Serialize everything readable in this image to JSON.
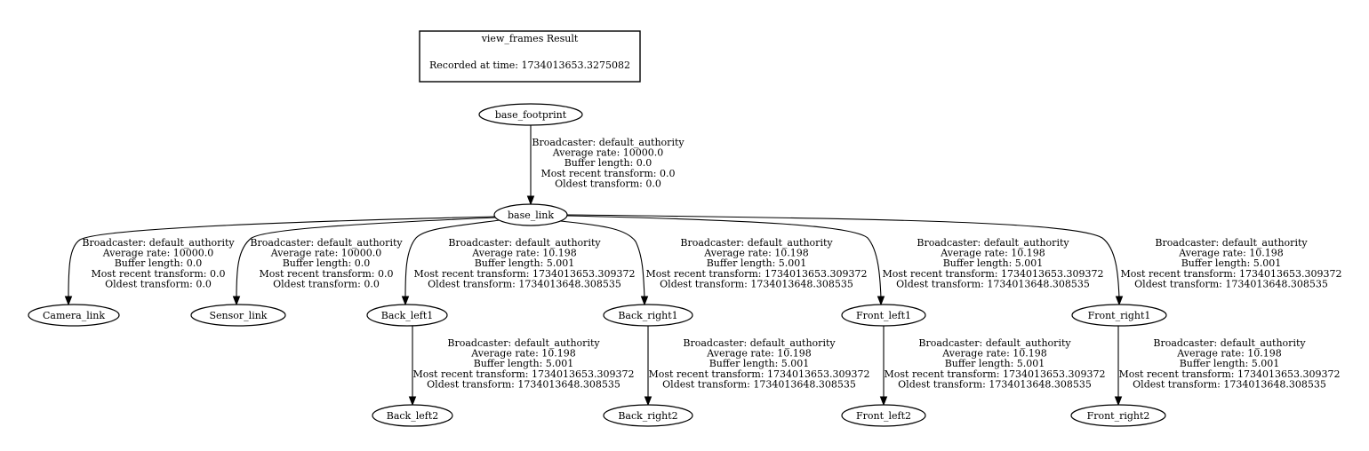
{
  "title_box": {
    "title": "view_frames Result",
    "recorded": "Recorded at time: 1734013653.3275082"
  },
  "nodes": [
    {
      "id": "base_footprint",
      "label": "base_footprint"
    },
    {
      "id": "base_link",
      "label": "base_link"
    },
    {
      "id": "Camera_link",
      "label": "Camera_link"
    },
    {
      "id": "Sensor_link",
      "label": "Sensor_link"
    },
    {
      "id": "Back_left1",
      "label": "Back_left1"
    },
    {
      "id": "Back_right1",
      "label": "Back_right1"
    },
    {
      "id": "Front_left1",
      "label": "Front_left1"
    },
    {
      "id": "Front_right1",
      "label": "Front_right1"
    },
    {
      "id": "Back_left2",
      "label": "Back_left2"
    },
    {
      "id": "Back_right2",
      "label": "Back_right2"
    },
    {
      "id": "Front_left2",
      "label": "Front_left2"
    },
    {
      "id": "Front_right2",
      "label": "Front_right2"
    }
  ],
  "edges": [
    {
      "from": "base_footprint",
      "to": "base_link",
      "lines": [
        "Broadcaster: default_authority",
        "Average rate: 10000.0",
        "Buffer length: 0.0",
        "Most recent transform: 0.0",
        "Oldest transform: 0.0"
      ]
    },
    {
      "from": "base_link",
      "to": "Camera_link",
      "lines": [
        "Broadcaster: default_authority",
        "Average rate: 10000.0",
        "Buffer length: 0.0",
        "Most recent transform: 0.0",
        "Oldest transform: 0.0"
      ]
    },
    {
      "from": "base_link",
      "to": "Sensor_link",
      "lines": [
        "Broadcaster: default_authority",
        "Average rate: 10000.0",
        "Buffer length: 0.0",
        "Most recent transform: 0.0",
        "Oldest transform: 0.0"
      ]
    },
    {
      "from": "base_link",
      "to": "Back_left1",
      "lines": [
        "Broadcaster: default_authority",
        "Average rate: 10.198",
        "Buffer length: 5.001",
        "Most recent transform: 1734013653.309372",
        "Oldest transform: 1734013648.308535"
      ]
    },
    {
      "from": "base_link",
      "to": "Back_right1",
      "lines": [
        "Broadcaster: default_authority",
        "Average rate: 10.198",
        "Buffer length: 5.001",
        "Most recent transform: 1734013653.309372",
        "Oldest transform: 1734013648.308535"
      ]
    },
    {
      "from": "base_link",
      "to": "Front_left1",
      "lines": [
        "Broadcaster: default_authority",
        "Average rate: 10.198",
        "Buffer length: 5.001",
        "Most recent transform: 1734013653.309372",
        "Oldest transform: 1734013648.308535"
      ]
    },
    {
      "from": "base_link",
      "to": "Front_right1",
      "lines": [
        "Broadcaster: default_authority",
        "Average rate: 10.198",
        "Buffer length: 5.001",
        "Most recent transform: 1734013653.309372",
        "Oldest transform: 1734013648.308535"
      ]
    },
    {
      "from": "Back_left1",
      "to": "Back_left2",
      "lines": [
        "Broadcaster: default_authority",
        "Average rate: 10.198",
        "Buffer length: 5.001",
        "Most recent transform: 1734013653.309372",
        "Oldest transform: 1734013648.308535"
      ]
    },
    {
      "from": "Back_right1",
      "to": "Back_right2",
      "lines": [
        "Broadcaster: default_authority",
        "Average rate: 10.198",
        "Buffer length: 5.001",
        "Most recent transform: 1734013653.309372",
        "Oldest transform: 1734013648.308535"
      ]
    },
    {
      "from": "Front_left1",
      "to": "Front_left2",
      "lines": [
        "Broadcaster: default_authority",
        "Average rate: 10.198",
        "Buffer length: 5.001",
        "Most recent transform: 1734013653.309372",
        "Oldest transform: 1734013648.308535"
      ]
    },
    {
      "from": "Front_right1",
      "to": "Front_right2",
      "lines": [
        "Broadcaster: default_authority",
        "Average rate: 10.198",
        "Buffer length: 5.001",
        "Most recent transform: 1734013653.309372",
        "Oldest transform: 1734013648.308535"
      ]
    }
  ]
}
